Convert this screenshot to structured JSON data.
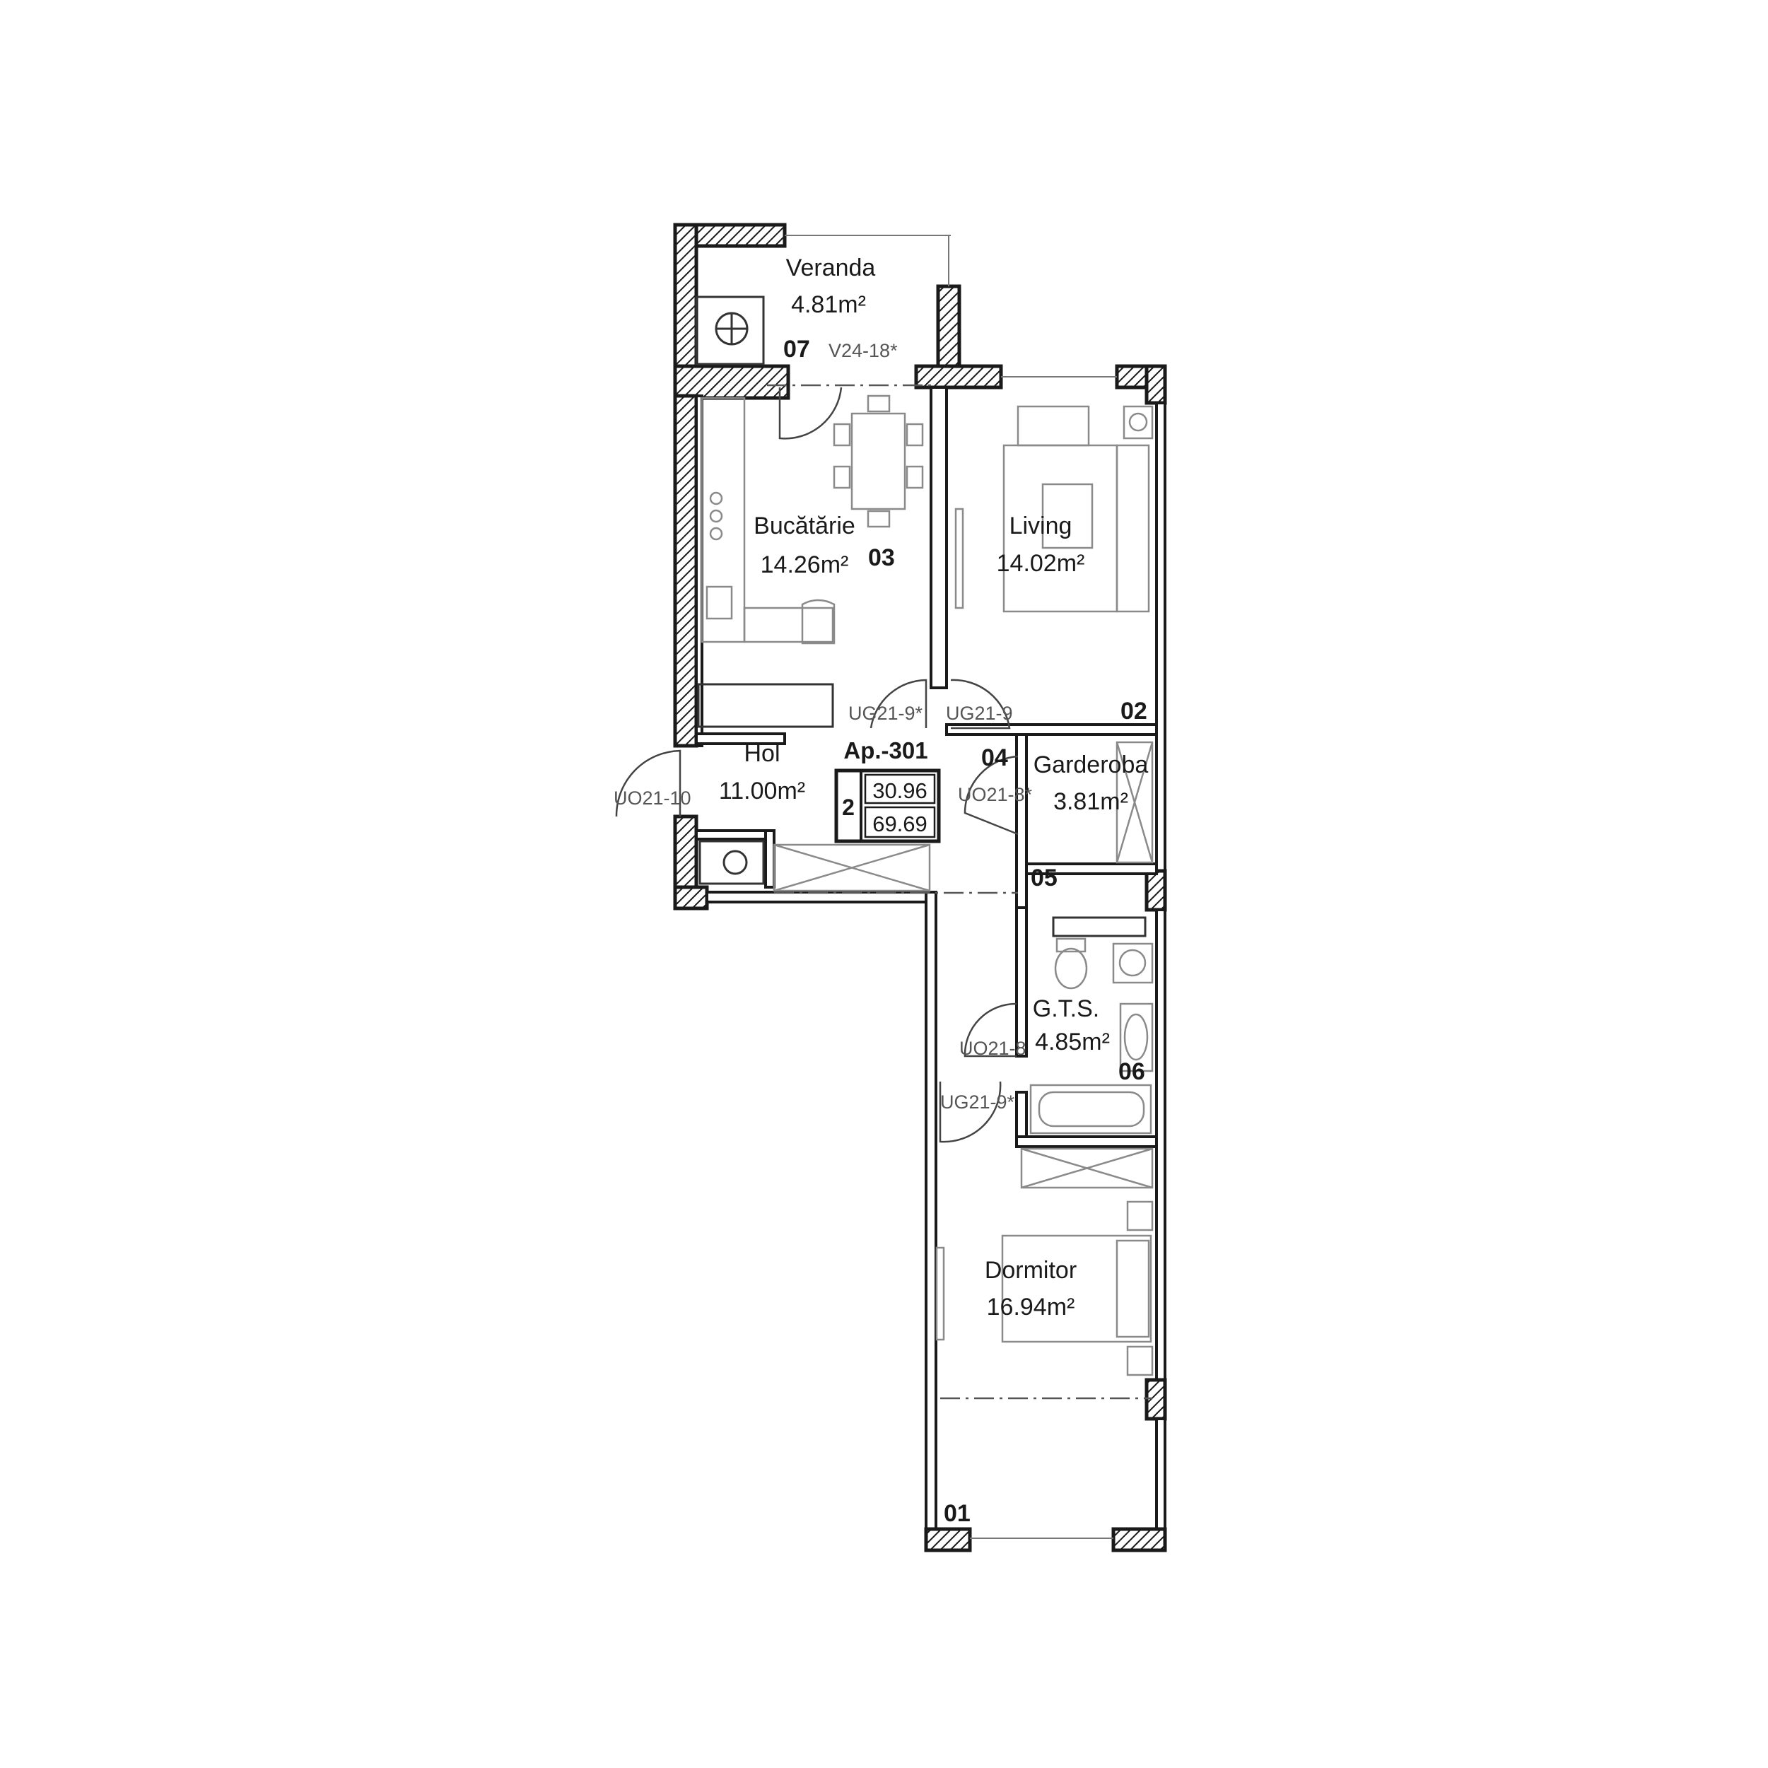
{
  "plan": {
    "apartment": {
      "id": "Ap.-301",
      "rooms_count": "2",
      "area_1": "30.96",
      "area_2": "69.69"
    },
    "rooms": {
      "veranda": {
        "name": "Veranda",
        "area": "4.81m²",
        "number": "07"
      },
      "bucatarie": {
        "name": "Bucătărie",
        "area": "14.26m²",
        "number": "03"
      },
      "living": {
        "name": "Living",
        "area": "14.02m²",
        "number": "02"
      },
      "hol": {
        "name": "Hol",
        "area": "11.00m²",
        "number": "04"
      },
      "garderoba": {
        "name": "Garderoba",
        "area": "3.81m²",
        "number": "05"
      },
      "gts": {
        "name": "G.T.S.",
        "area": "4.85m²",
        "number": "06"
      },
      "dormitor": {
        "name": "Dormitor",
        "area": "16.94m²",
        "number": "01"
      }
    },
    "door_tags": {
      "v24": "V24-18*",
      "ug_kitchen": "UG21-9*",
      "ug_living": "UG21-9",
      "uo_entry": "UO21-10",
      "uo_garderoba": "UO21-8*",
      "uo_bath": "UO21-8",
      "ug_bedroom": "UG21-9*"
    }
  }
}
